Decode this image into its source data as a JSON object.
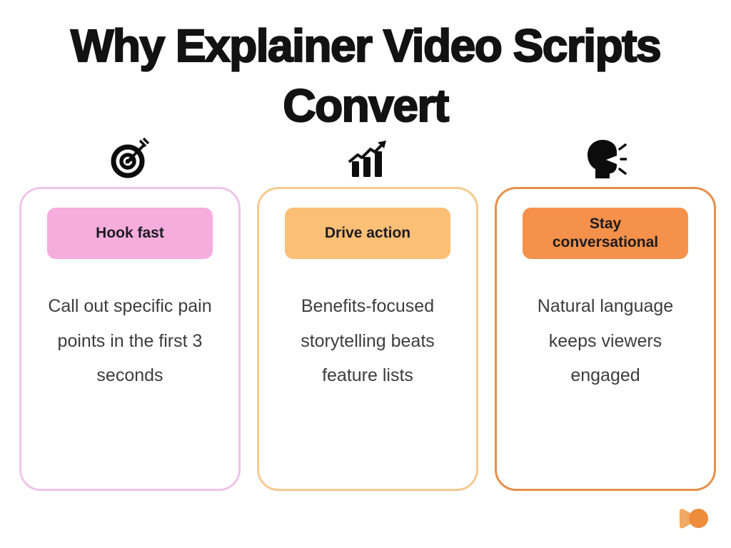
{
  "title_lines": [
    "Why Explainer Video Scripts",
    "Convert"
  ],
  "cards": [
    {
      "icon": "target-arrow-icon",
      "label_lines": [
        "Hook fast"
      ],
      "body_lines": [
        "Call out specific pain",
        "points in the first 3",
        "seconds"
      ],
      "badge_bg": "#F5ADDE",
      "border_color": "#EFC5E8"
    },
    {
      "icon": "growth-chart-icon",
      "label_lines": [
        "Drive action"
      ],
      "body_lines": [
        "Benefits-focused",
        "storytelling beats",
        "feature lists"
      ],
      "badge_bg": "#FBBF76",
      "border_color": "#F6CA90"
    },
    {
      "icon": "speaking-head-icon",
      "label_lines": [
        "Stay",
        "conversational"
      ],
      "body_lines": [
        "Natural language",
        "keeps viewers",
        "engaged"
      ],
      "badge_bg": "#F5914A",
      "border_color": "#E78F4B"
    }
  ],
  "logo": {
    "name": "play-logo",
    "triangle_color": "#F2A963",
    "circle_color": "#ED8C3B"
  }
}
